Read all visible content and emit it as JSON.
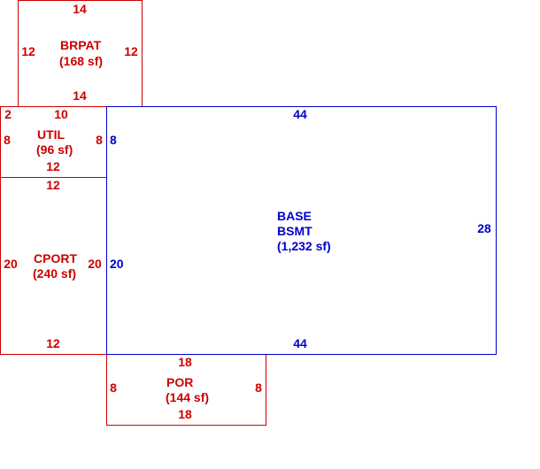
{
  "colors": {
    "addition": "#cc0000",
    "base": "#0000cc"
  },
  "areas": {
    "brpat": {
      "code": "BRPAT",
      "area": "(168 sf)",
      "dims": {
        "top": "14",
        "bottom": "14",
        "left": "12",
        "right": "12"
      }
    },
    "util": {
      "code": "UTIL",
      "area": "(96 sf)",
      "dims": {
        "top_left": "2",
        "top": "10",
        "left": "8",
        "right": "8",
        "bottom": "12"
      }
    },
    "cport": {
      "code": "CPORT",
      "area": "(240 sf)",
      "dims": {
        "top": "12",
        "left": "20",
        "right": "20",
        "bottom": "12"
      }
    },
    "base": {
      "code": "BASE",
      "subcode": "BSMT",
      "area": "(1,232 sf)",
      "dims": {
        "top": "44",
        "bottom": "44",
        "left_upper": "8",
        "left_lower": "20",
        "right": "28"
      }
    },
    "por": {
      "code": "POR",
      "area": "(144 sf)",
      "dims": {
        "top": "18",
        "bottom": "18",
        "left": "8",
        "right": "8"
      }
    }
  }
}
